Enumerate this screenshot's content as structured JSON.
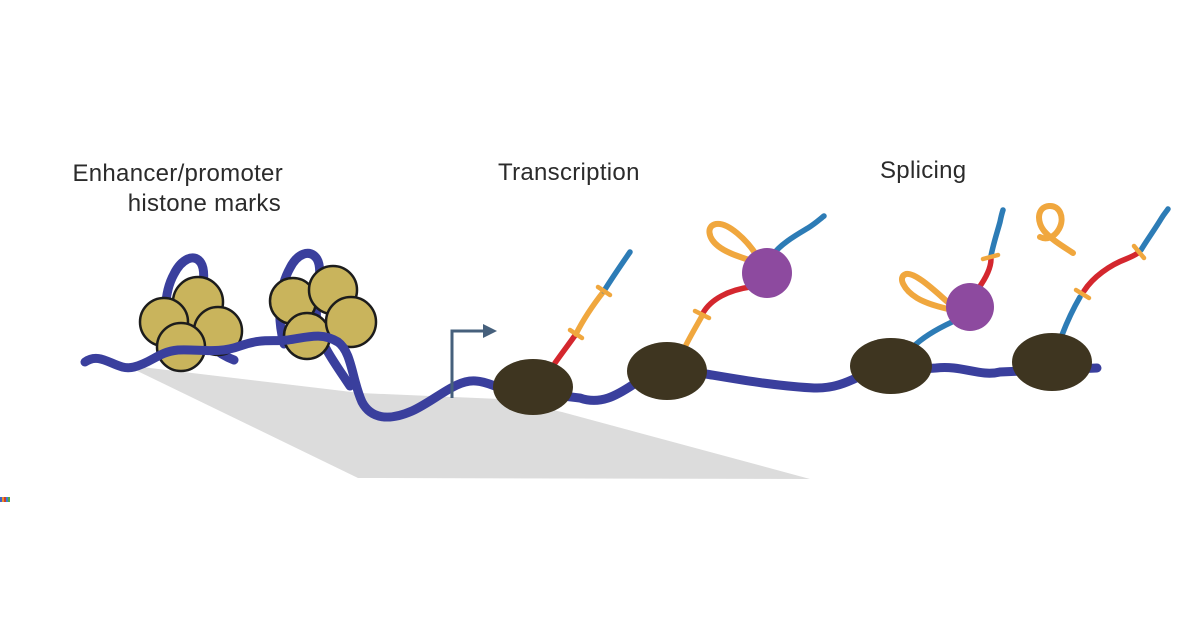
{
  "figure": {
    "background": "#ffffff",
    "labels": {
      "histone_marks_line1": "Enhancer/promoter",
      "histone_marks_line2": "histone marks",
      "transcription": "Transcription",
      "splicing": "Splicing"
    },
    "colors": {
      "label_text": "#2b2b2b",
      "dna_strand": "#3a3f9d",
      "histone_fill": "#c9b45c",
      "histone_outline": "#1c1c1c",
      "ground_shadow": "#dcdcdc",
      "rna_polymerase": "#3e3520",
      "rna_blue_segment": "#2d7cb6",
      "rna_red_segment": "#d4272e",
      "rna_amber_segment": "#f0a73e",
      "junction_tick": "#f0a73e",
      "spliceosome": "#8d4a9f",
      "intron_lariat": "#f0a73e",
      "tss_arrow": "#46607c"
    },
    "counts": {
      "nucleosome_clusters": 2,
      "histones_per_cluster": 4,
      "rna_polymerases": 4,
      "spliceosomes": 2,
      "intron_lariats": 3,
      "junction_ticks": 6
    }
  },
  "edge_artifact": {
    "colors": [
      "#3f62c6",
      "#e8912e",
      "#d03a30",
      "#3a7fd0",
      "#58a83c"
    ]
  }
}
